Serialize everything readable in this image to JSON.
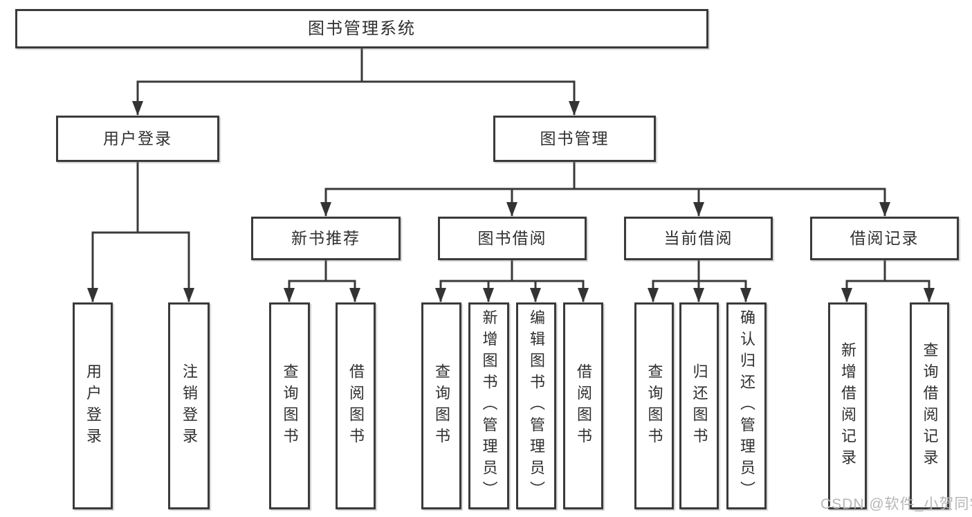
{
  "colors": {
    "background": "#ffffff",
    "line": "#3a3a3a",
    "box_border": "#3a3a3a",
    "text": "#2f2f2f",
    "watermark": "#b6b6b6"
  },
  "watermark": {
    "text": "CSDN @软件_小贺同学"
  },
  "tree": {
    "root": "图书管理系统",
    "children": [
      {
        "label": "用户登录",
        "children": [
          "用户登录",
          "注销登录"
        ]
      },
      {
        "label": "图书管理",
        "children": [
          {
            "label": "新书推荐",
            "children": [
              "查询图书",
              "借阅图书"
            ]
          },
          {
            "label": "图书借阅",
            "children": [
              "查询图书",
              "新增图书（管理员）",
              "编辑图书（管理员）",
              "借阅图书"
            ]
          },
          {
            "label": "当前借阅",
            "children": [
              "查询图书",
              "归还图书",
              "确认归还（管理员）"
            ]
          },
          {
            "label": "借阅记录",
            "children": [
              "新增借阅记录",
              "查询借阅记录"
            ]
          }
        ]
      }
    ]
  }
}
